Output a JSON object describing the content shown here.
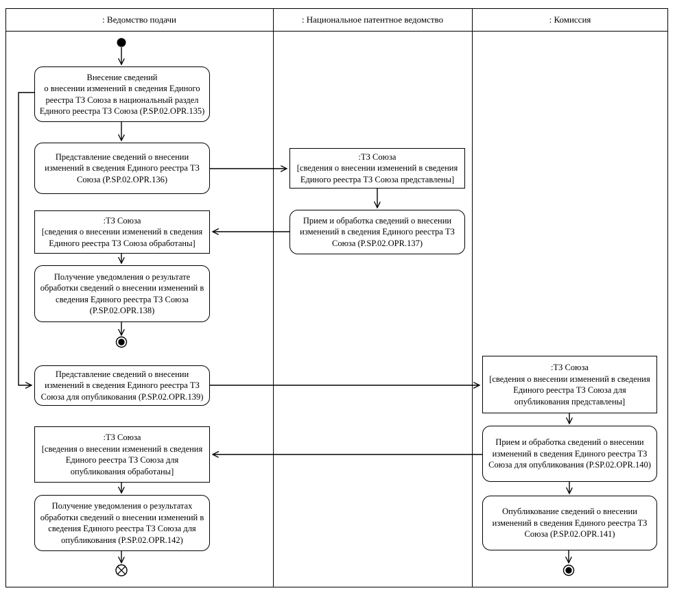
{
  "lanes": [
    {
      "label": ": Ведомство подачи"
    },
    {
      "label": ": Национальное патентное ведомство"
    },
    {
      "label": ": Комиссия"
    }
  ],
  "nodes": {
    "opr135": {
      "line1": "Внесение сведений",
      "rest": "о внесении изменений в сведения Единого реестра ТЗ Союза в национальный раздел Единого реестра ТЗ Союза (P.SP.02.OPR.135)"
    },
    "opr136": {
      "label": "Представление сведений о внесении изменений в сведения Единого реестра ТЗ Союза (P.SP.02.OPR.136)"
    },
    "tz_submitted": {
      "title": ":ТЗ Союза",
      "state": "[сведения о внесении изменений в сведения Единого реестра ТЗ Союза представлены]"
    },
    "opr137": {
      "label": "Прием и обработка сведений о внесении изменений в сведения Единого реестра ТЗ Союза (P.SP.02.OPR.137)"
    },
    "tz_processed": {
      "title": ":ТЗ Союза",
      "state": "[сведения о внесении изменений в сведения Единого реестра ТЗ Союза обработаны]"
    },
    "opr138": {
      "label": "Получение уведомления о результате обработки сведений о внесении изменений в сведения Единого реестра ТЗ Союза (P.SP.02.OPR.138)"
    },
    "opr139": {
      "label": "Представление сведений о внесении изменений в сведения Единого реестра ТЗ Союза для опубликования (P.SP.02.OPR.139)"
    },
    "tz_pub_submitted": {
      "title": ":ТЗ Союза",
      "state": "[сведения о внесении изменений в сведения Единого реестра ТЗ Союза для опубликования представлены]"
    },
    "opr140": {
      "label": "Прием и обработка сведений о внесении изменений в сведения Единого реестра ТЗ Союза для опубликования (P.SP.02.OPR.140)"
    },
    "tz_pub_processed": {
      "title": ":ТЗ Союза",
      "state": "[сведения о внесении изменений в сведения Единого реестра ТЗ Союза для опубликования обработаны]"
    },
    "opr142": {
      "label": "Получение уведомления о результатах обработки сведений о внесении изменений в сведения Единого реестра ТЗ Союза для опубликования (P.SP.02.OPR.142)"
    },
    "opr141": {
      "label": "Опубликование сведений о внесении изменений в сведения Единого реестра ТЗ Союза (P.SP.02.OPR.141)"
    }
  },
  "colors": {
    "line": "#000000",
    "background": "#ffffff"
  }
}
